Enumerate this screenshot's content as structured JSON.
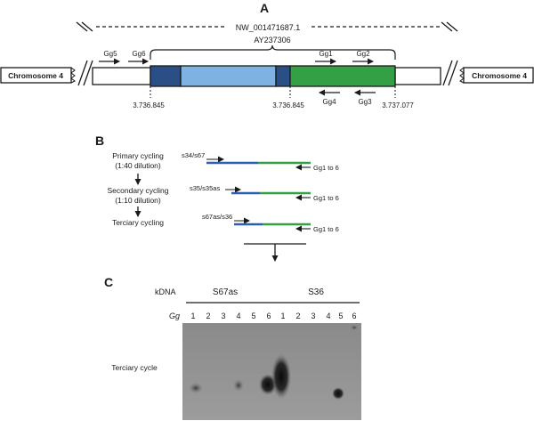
{
  "panel_a": {
    "letter": "A",
    "accession": "NW_001471687.1",
    "clone": "AY237306",
    "chromosome_left": "Chromosome 4",
    "chromosome_right": "Chromosome 4",
    "primers_forward": [
      "Gg5",
      "Gg6",
      "Gg1",
      "Gg2"
    ],
    "primers_reverse": [
      "Gg4",
      "Gg3"
    ],
    "positions": [
      "3.736.845",
      "3.736.845",
      "3.737.077"
    ],
    "colors": {
      "dark_blue": "#2a4f86",
      "light_blue": "#7eb2e2",
      "green": "#33a045"
    }
  },
  "panel_b": {
    "letter": "B",
    "steps": [
      {
        "line1": "Primary cycling",
        "line2": "(1:40 dilution)",
        "primer": "s34/s67",
        "reverse": "Gg1 to 6"
      },
      {
        "line1": "Secondary cycling",
        "line2": "(1:10 dilution)",
        "primer": "s35/s35as",
        "reverse": "Gg1 to 6"
      },
      {
        "line1": "Terciary cycling",
        "line2": "",
        "primer": "s67as/s36",
        "reverse": "Gg1 to 6"
      }
    ]
  },
  "panel_c": {
    "letter": "C",
    "kdna_label": "kDNA",
    "gg_label": "Gg",
    "group_left": "S67as",
    "group_right": "S36",
    "lanes": [
      "1",
      "2",
      "3",
      "4",
      "5",
      "6",
      "1",
      "2",
      "3",
      "4",
      "5",
      "6"
    ],
    "row_label": "Terciary cycle"
  }
}
